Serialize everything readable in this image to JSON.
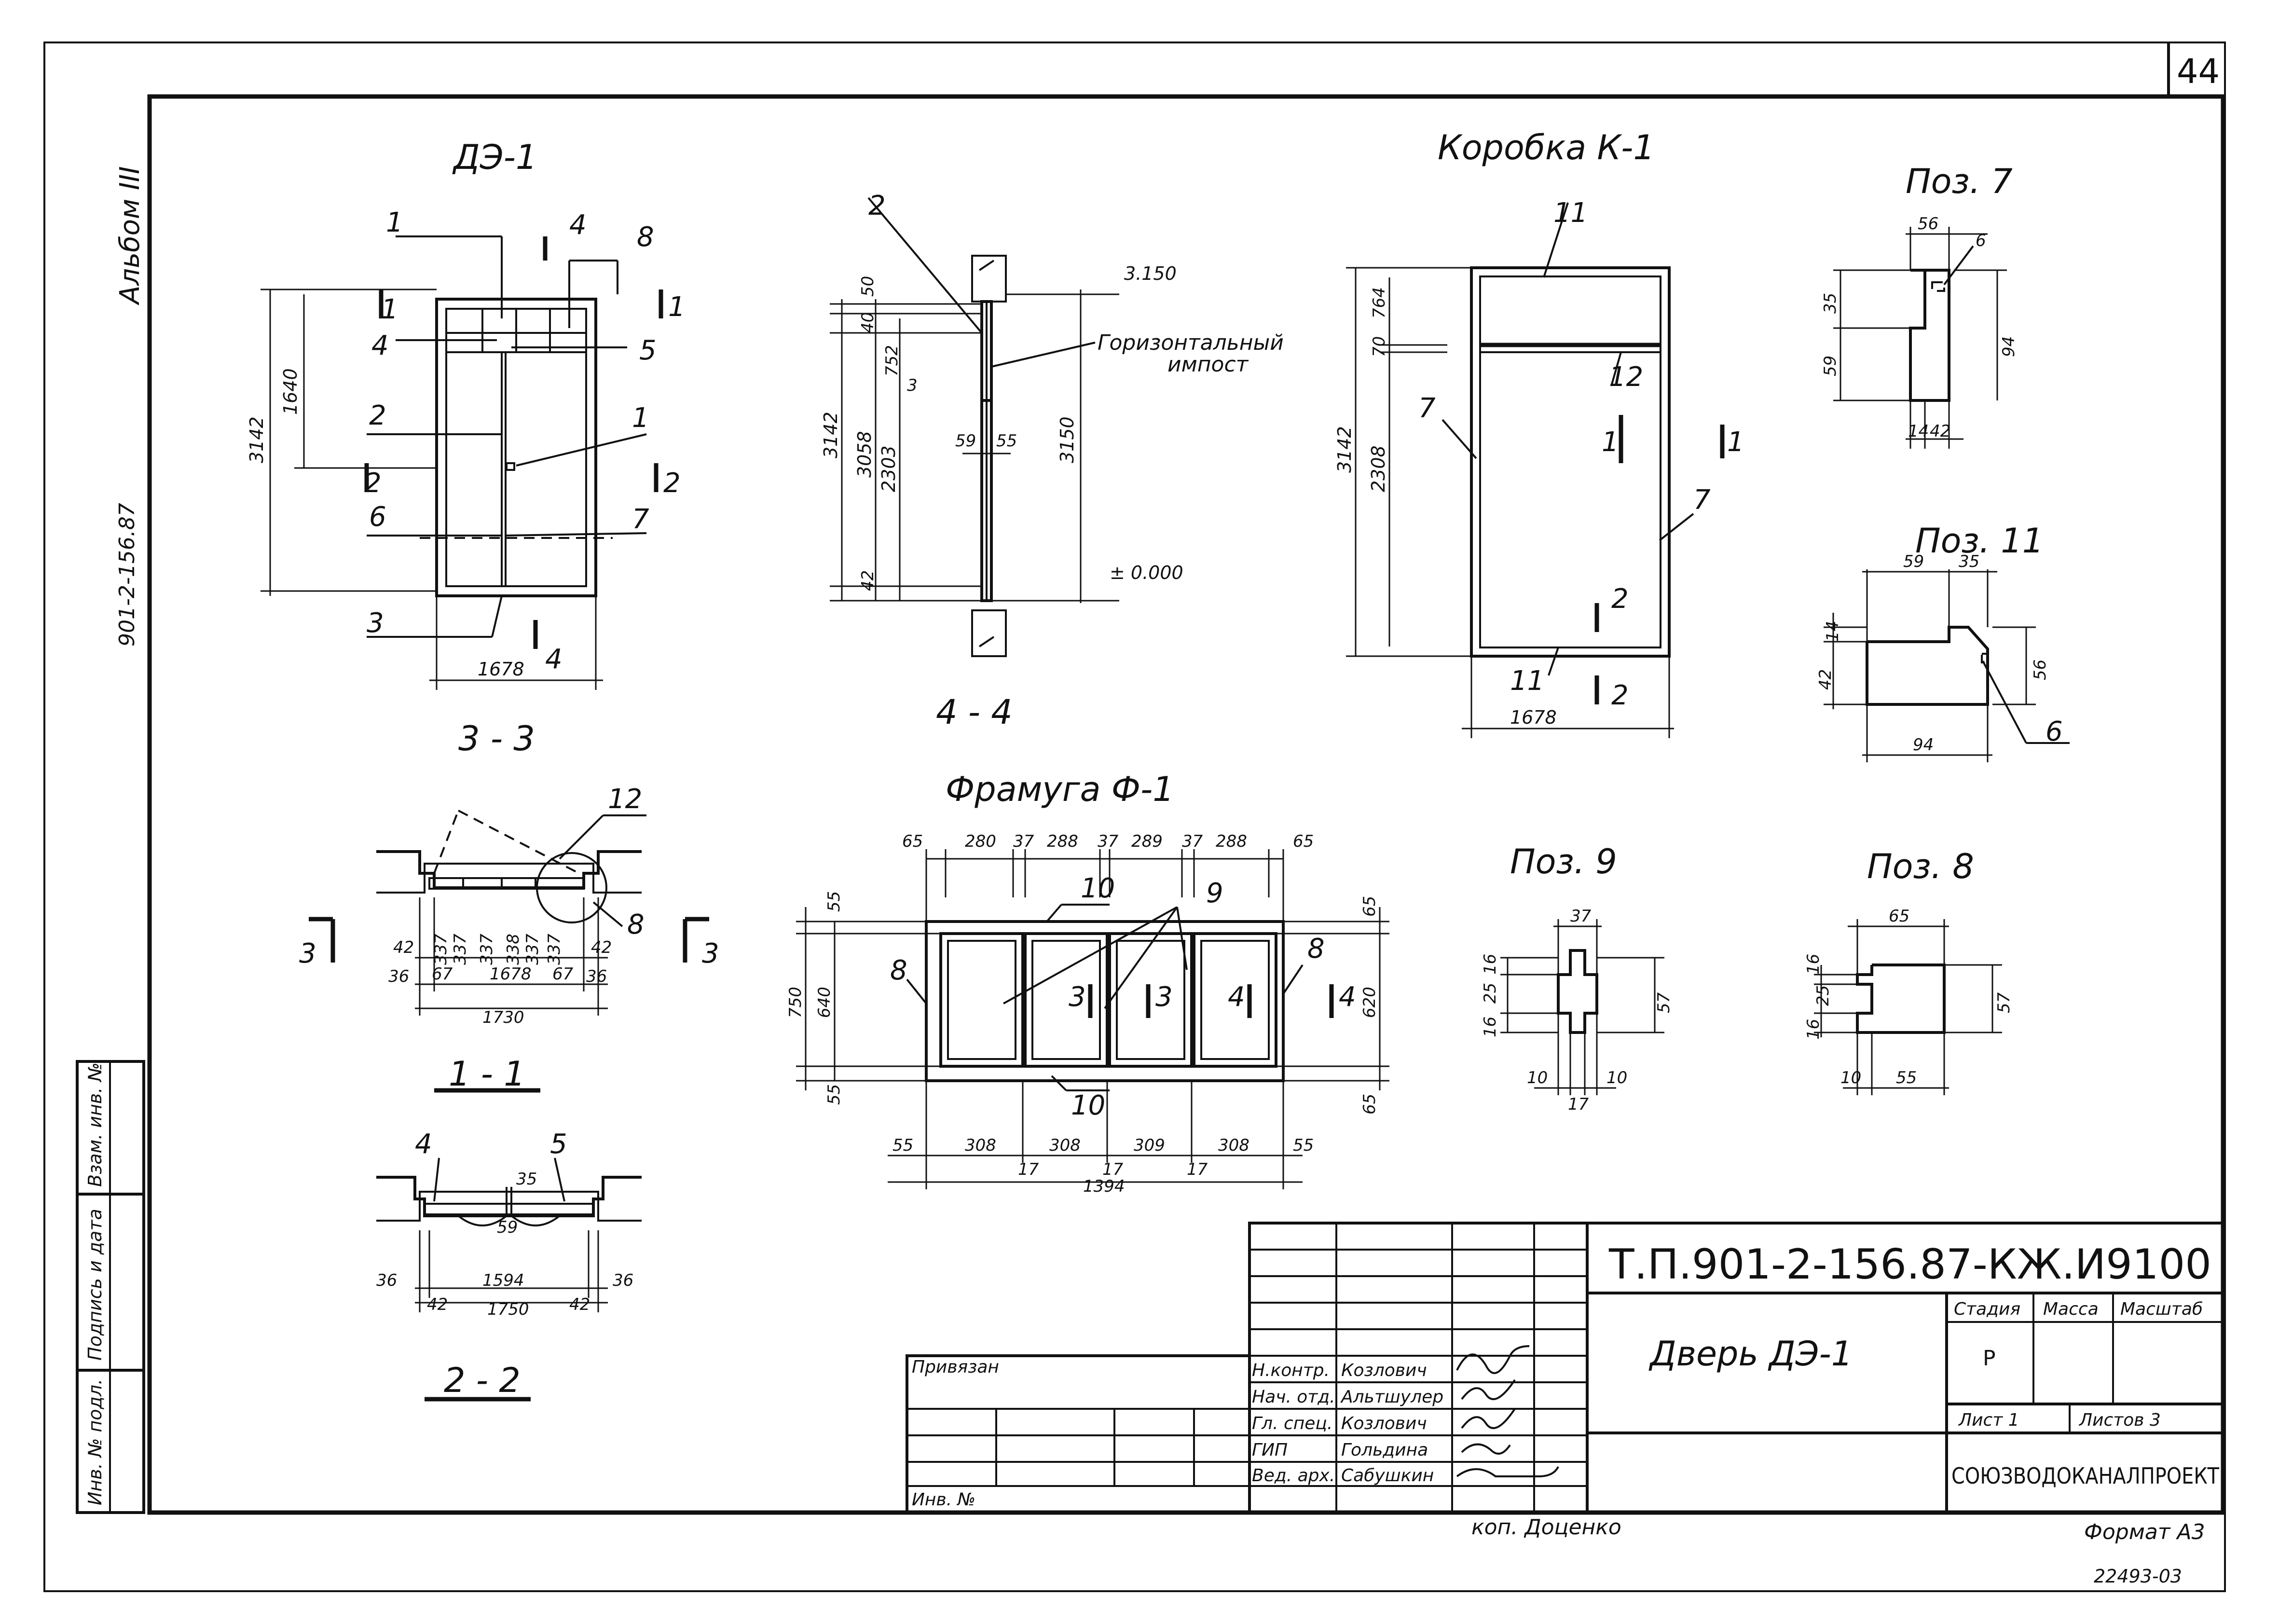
{
  "sheet": {
    "page_number": "44",
    "album_label": "Альбом III",
    "series_label": "901-2-156.87",
    "bottom_number": "22493-03",
    "format": "Формат А3",
    "copied_by": "коп. Доценко"
  },
  "side_table": {
    "col1": "Инв. № подл.",
    "col2": "Подпись и дата",
    "col3": "Взам. инв. №"
  },
  "views": {
    "de1": {
      "title": "ДЭ-1",
      "labels": [
        "1",
        "4",
        "8",
        "1",
        "1",
        "4",
        "5",
        "2",
        "1",
        "2",
        "2",
        "6",
        "7",
        "3",
        "4"
      ],
      "dims": {
        "h_total": "3142",
        "h_upper": "1640",
        "w": "1678"
      }
    },
    "section_44": {
      "title": "4 - 4",
      "elev_top": "3.150",
      "elev_zero": "± 0.000",
      "note_line1": "Горизонтальный",
      "note_line2": "импост",
      "labels": [
        "2",
        "3"
      ],
      "dims": [
        "50",
        "40",
        "752",
        "3142",
        "3058",
        "2303",
        "42",
        "59",
        "55",
        "3150"
      ]
    },
    "box_k1": {
      "title": "Коробка К-1",
      "labels": [
        "11",
        "12",
        "7",
        "7",
        "11",
        "1",
        "1",
        "2",
        "2"
      ],
      "dims": [
        "764",
        "70",
        "3142",
        "2308",
        "1678"
      ]
    },
    "pos7": {
      "title": "Поз. 7",
      "dims": [
        "56",
        "6",
        "35",
        "59",
        "94",
        "14",
        "42"
      ]
    },
    "pos11": {
      "title": "Поз. 11",
      "dims": [
        "59",
        "35",
        "14",
        "42",
        "56",
        "94",
        "6"
      ]
    },
    "section_33": {
      "title": "3 - 3",
      "labels": [
        "12",
        "8",
        "3",
        "3"
      ],
      "dims": [
        "42",
        "337",
        "337",
        "337",
        "338",
        "337",
        "337",
        "42",
        "36",
        "67",
        "1678",
        "67",
        "36",
        "1730"
      ]
    },
    "section_11": {
      "title": "1 - 1",
      "subtitle": "2 - 2",
      "labels": [
        "4",
        "5"
      ],
      "dims": [
        "35",
        "59",
        "36",
        "1594",
        "36",
        "42",
        "1750",
        "42"
      ]
    },
    "transom_f1": {
      "title": "Фрамуга Ф-1",
      "labels": [
        "10",
        "9",
        "8",
        "8",
        "10",
        "3",
        "3",
        "4",
        "4"
      ],
      "top_dims": [
        "65",
        "280",
        "37",
        "288",
        "37",
        "289",
        "37",
        "288",
        "65"
      ],
      "bottom_dims": [
        "55",
        "308",
        "308",
        "309",
        "308",
        "55",
        "17",
        "17",
        "17",
        "1394"
      ],
      "left_dims": [
        "55",
        "750",
        "640",
        "55"
      ],
      "right_dims": [
        "65",
        "620",
        "65"
      ]
    },
    "pos9": {
      "title": "Поз. 9",
      "dims": [
        "37",
        "16",
        "25",
        "16",
        "57",
        "10",
        "10",
        "17"
      ]
    },
    "pos8": {
      "title": "Поз. 8",
      "dims": [
        "65",
        "16",
        "25",
        "16",
        "57",
        "10",
        "55"
      ]
    }
  },
  "title_block": {
    "doc_code": "Т.П.901-2-156.87-КЖ.И9100",
    "doc_name": "Дверь ДЭ-1",
    "stage_header": "Стадия",
    "mass_header": "Масса",
    "scale_header": "Масштаб",
    "stage_value": "Р",
    "sheet_label": "Лист 1",
    "sheets_label": "Листов 3",
    "org": "СОЮЗВОДОКАНАЛПРОЕКТ",
    "linked": "Привязан",
    "inv_no": "Инв. №",
    "roles": [
      "Н.контр.",
      "Нач. отд.",
      "Гл. спец.",
      "ГИП",
      "Вед. арх."
    ],
    "names": [
      "Козлович",
      "Альтшулер",
      "Козлович",
      "Гольдина",
      "Сабушкин"
    ]
  }
}
